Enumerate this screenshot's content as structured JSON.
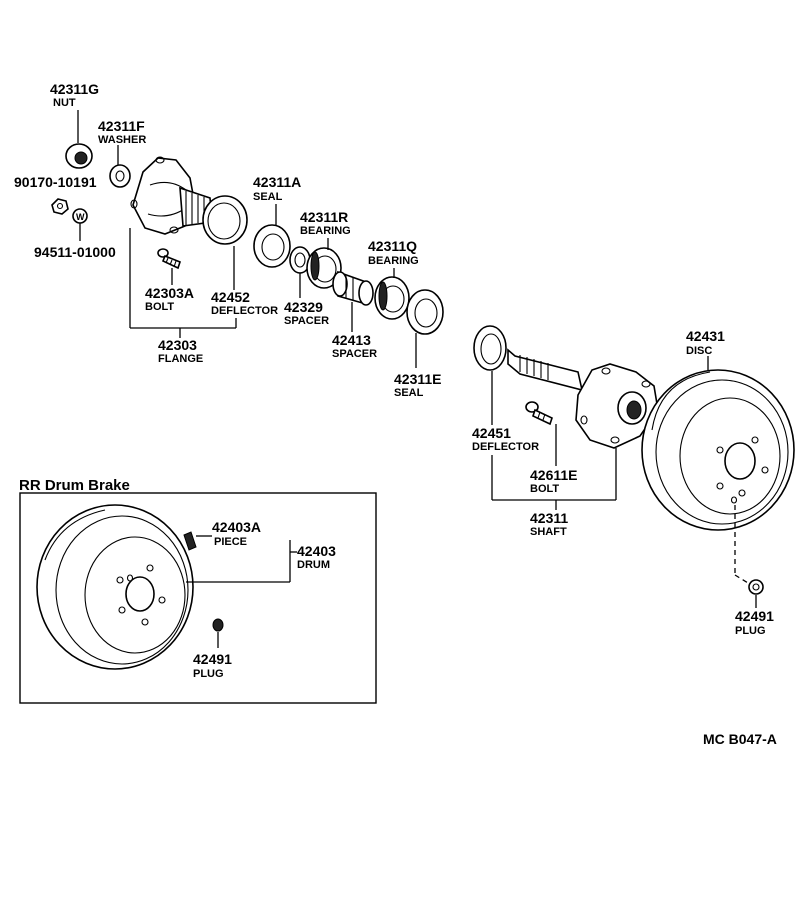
{
  "diagram": {
    "reference_code": "MC B047-A",
    "section_title": "RR Drum Brake",
    "parts": [
      {
        "id": "nut",
        "number": "42311G",
        "name": "NUT"
      },
      {
        "id": "washer",
        "number": "42311F",
        "name": "WASHER"
      },
      {
        "id": "bolt_90170",
        "number": "90170-10191",
        "name": ""
      },
      {
        "id": "washer_94511",
        "number": "94511-01000",
        "name": ""
      },
      {
        "id": "seal_a",
        "number": "42311A",
        "name": "SEAL"
      },
      {
        "id": "bearing_r",
        "number": "42311R",
        "name": "BEARING"
      },
      {
        "id": "bearing_q",
        "number": "42311Q",
        "name": "BEARING"
      },
      {
        "id": "bolt_a",
        "number": "42303A",
        "name": "BOLT"
      },
      {
        "id": "deflector_52",
        "number": "42452",
        "name": "DEFLECTOR"
      },
      {
        "id": "spacer_29",
        "number": "42329",
        "name": "SPACER"
      },
      {
        "id": "flange",
        "number": "42303",
        "name": "FLANGE"
      },
      {
        "id": "spacer_13",
        "number": "42413",
        "name": "SPACER"
      },
      {
        "id": "seal_e",
        "number": "42311E",
        "name": "SEAL"
      },
      {
        "id": "disc",
        "number": "42431",
        "name": "DISC"
      },
      {
        "id": "deflector_51",
        "number": "42451",
        "name": "DEFLECTOR"
      },
      {
        "id": "bolt_e",
        "number": "42611E",
        "name": "BOLT"
      },
      {
        "id": "shaft",
        "number": "42311",
        "name": "SHAFT"
      },
      {
        "id": "plug_right",
        "number": "42491",
        "name": "PLUG"
      },
      {
        "id": "piece",
        "number": "42403A",
        "name": "PIECE"
      },
      {
        "id": "drum",
        "number": "42403",
        "name": "DRUM"
      },
      {
        "id": "plug_box",
        "number": "42491",
        "name": "PLUG"
      }
    ]
  }
}
